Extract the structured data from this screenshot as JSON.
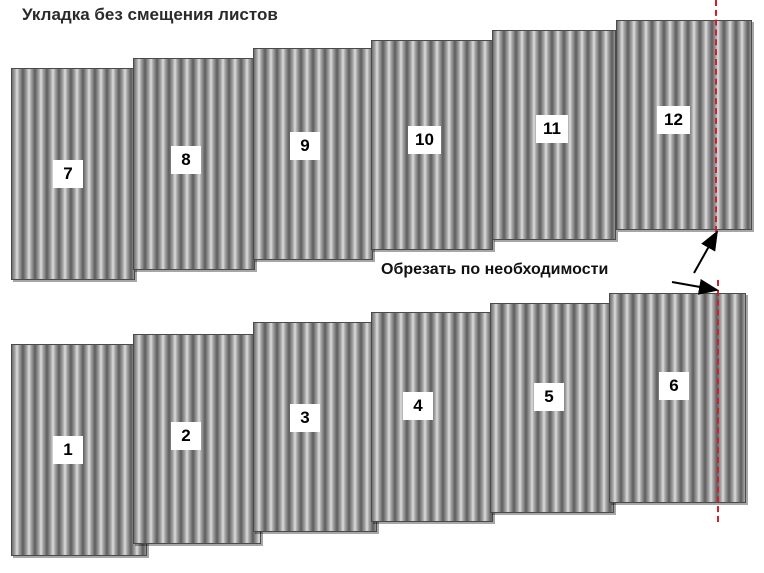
{
  "title": "Укладка без смещения листов",
  "note": "Обрезать по необходимости",
  "colors": {
    "cut_line": "#d0202a",
    "sheet_dark": "#5c5c5c",
    "sheet_light": "#dcdcdc",
    "label_bg": "#ffffff"
  },
  "sheets": {
    "s1": "1",
    "s2": "2",
    "s3": "3",
    "s4": "4",
    "s5": "5",
    "s6": "6",
    "s7": "7",
    "s8": "8",
    "s9": "9",
    "s10": "10",
    "s11": "11",
    "s12": "12"
  }
}
